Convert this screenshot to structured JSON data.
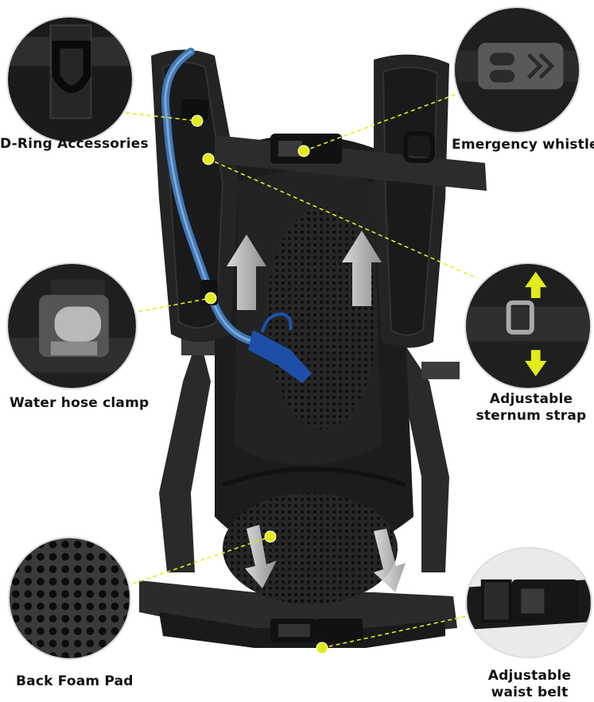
{
  "callouts": {
    "d_ring": {
      "label": "D-Ring Accessories",
      "icon": "d-ring-icon"
    },
    "whistle": {
      "label": "Emergency whistle",
      "icon": "whistle-buckle-icon"
    },
    "hose_clamp": {
      "label": "Water hose clamp",
      "icon": "hose-clamp-icon"
    },
    "sternum": {
      "label_line1": "Adjustable",
      "label_line2": "sternum strap",
      "icon": "sternum-strap-icon"
    },
    "foam_pad": {
      "label": "Back Foam Pad",
      "icon": "mesh-pad-icon"
    },
    "waist_belt": {
      "label_line1": "Adjustable",
      "label_line2": "waist belt",
      "icon": "waist-buckle-icon"
    }
  },
  "colors": {
    "accent_dot": "#e2ec1a",
    "leader_line": "#e2ec1a",
    "backpack": "#1e1e1e",
    "hose": "#3f77b8",
    "bite_valve": "#1e4fa8",
    "arrow": "#d9d9d9"
  }
}
